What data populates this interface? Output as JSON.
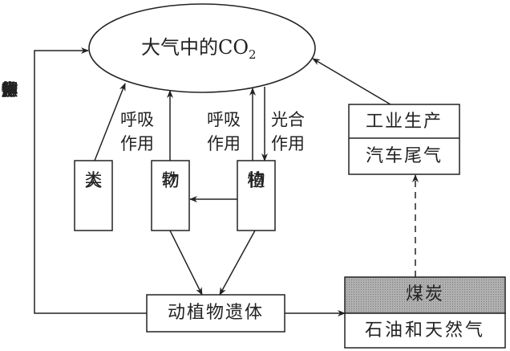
{
  "atmosphere": {
    "label": "大气中的CO",
    "subscript": "2"
  },
  "left_side_label": [
    "微",
    "生",
    "物",
    "分",
    "解",
    "作",
    "用"
  ],
  "nodes": {
    "humans": [
      "人",
      "类"
    ],
    "animals": [
      "动",
      "物"
    ],
    "plants": [
      "植",
      "物"
    ],
    "remains": "动植物遗体",
    "industry": "工业生产",
    "vehicle_exhaust": "汽车尾气",
    "coal": "煤炭",
    "oil_gas": "石油和天然气"
  },
  "edge_labels": {
    "animal_respiration": [
      "呼吸",
      "作用"
    ],
    "plant_respiration": [
      "呼吸",
      "作用"
    ],
    "photosynthesis": [
      "光合",
      "作用"
    ]
  },
  "colors": {
    "line": "#222222",
    "coal_fill": "#a9a9a9"
  }
}
